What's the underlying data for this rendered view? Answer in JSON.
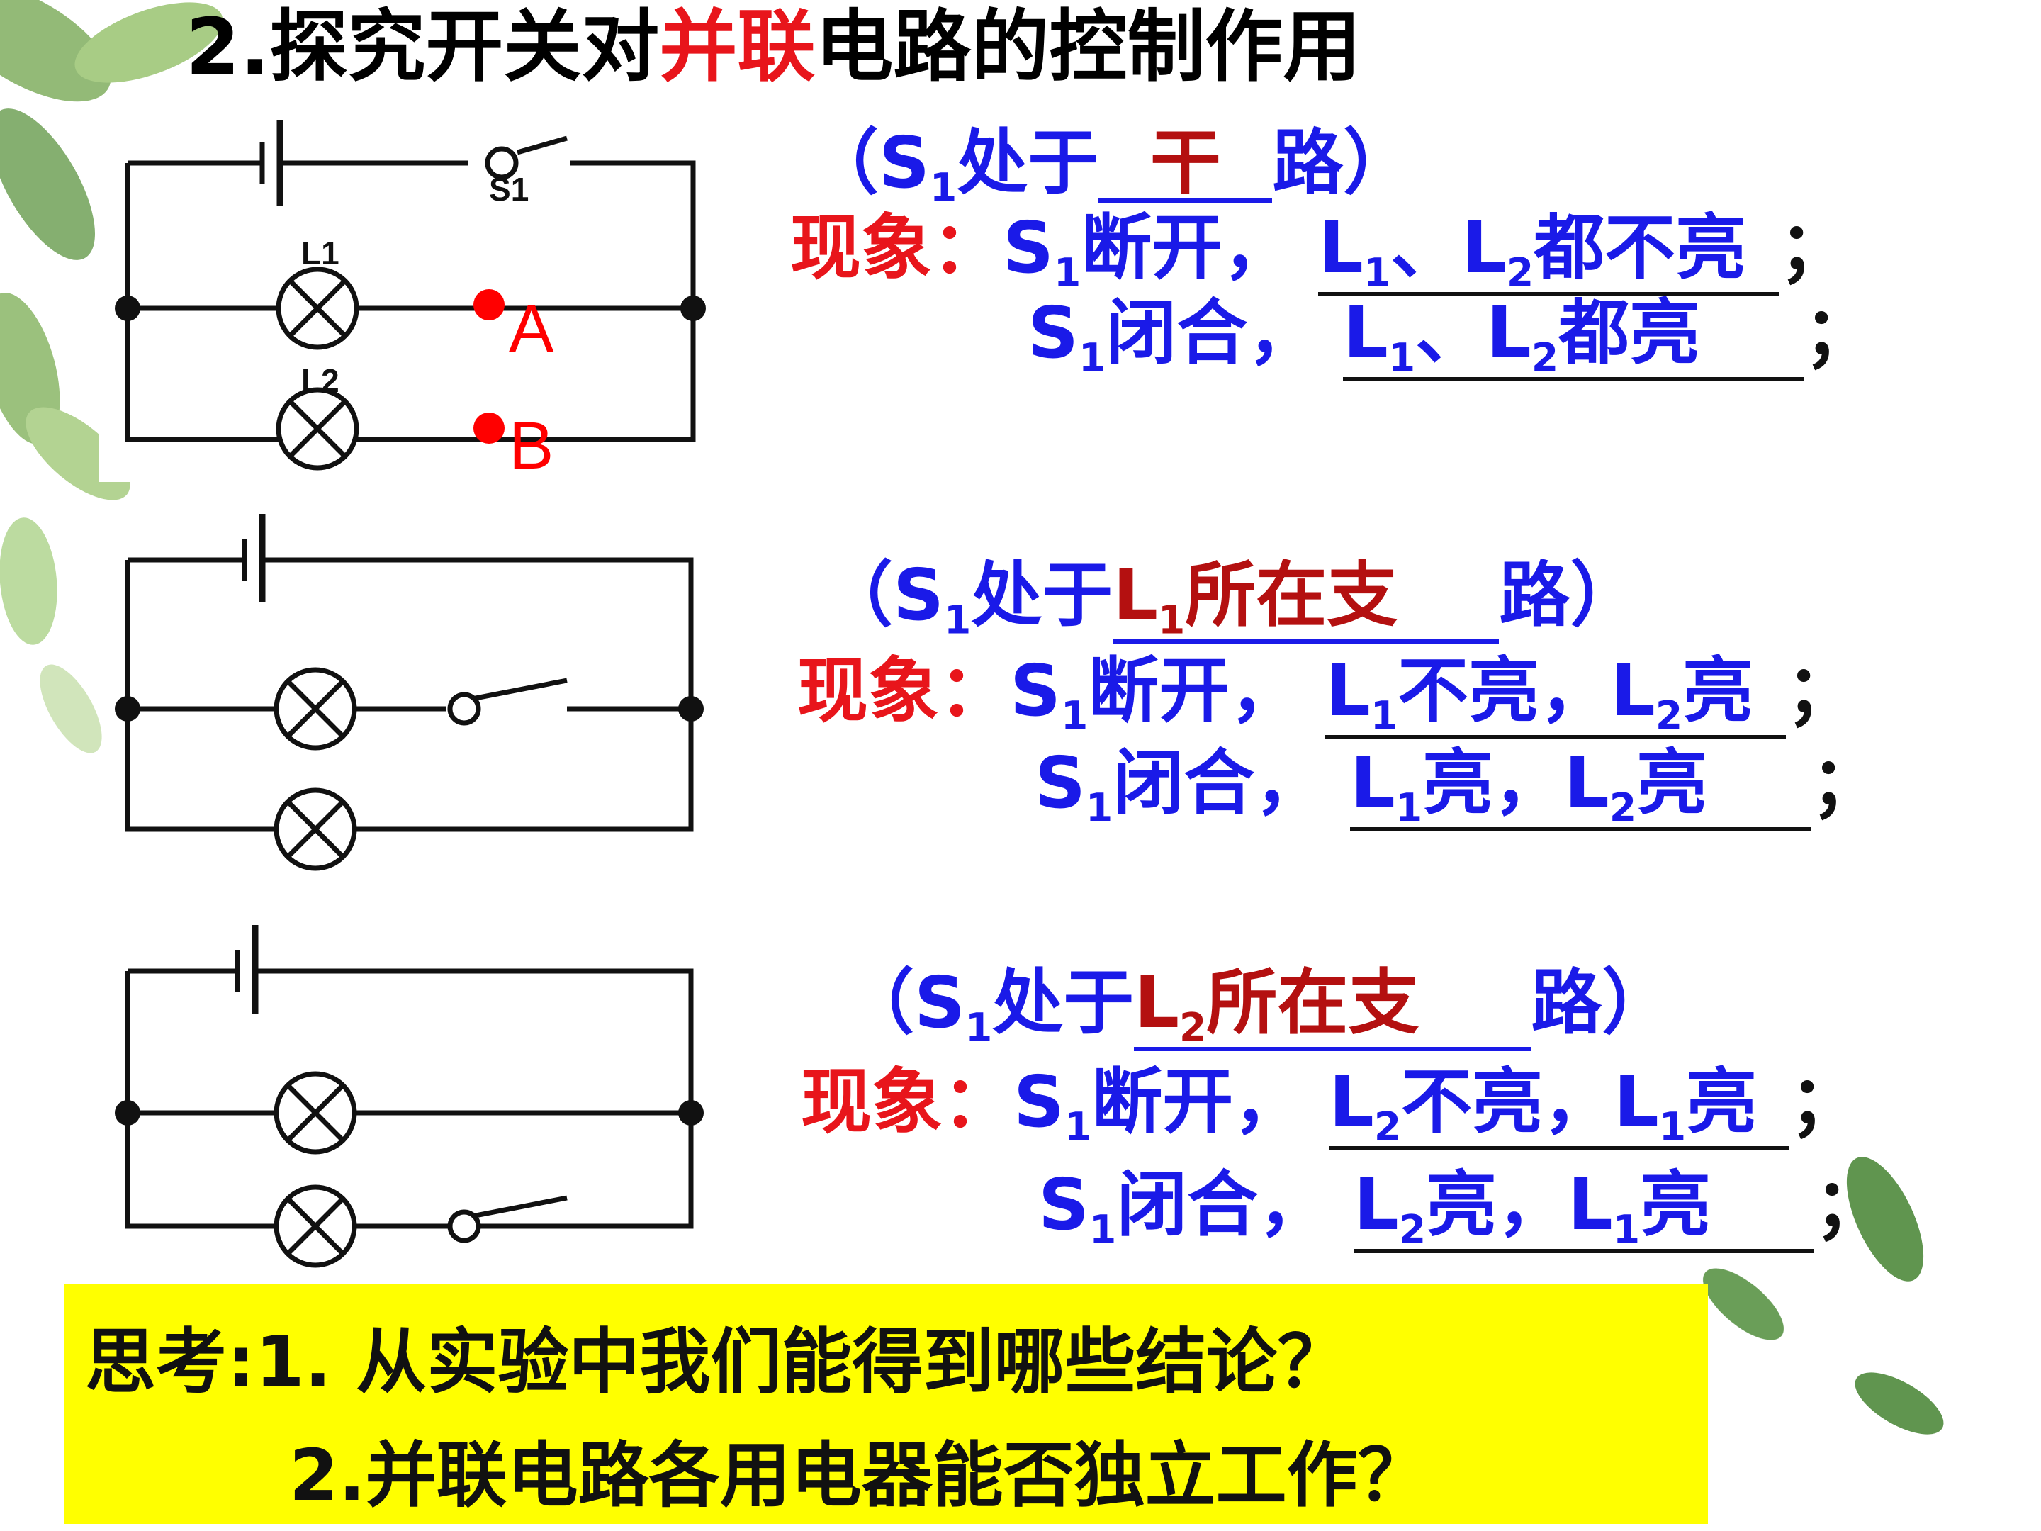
{
  "title": {
    "prefix": "2.探究开关对",
    "highlight": "并联",
    "suffix": "电路的控制作用"
  },
  "circuit_labels": {
    "s1": "S",
    "s1_sub": "1",
    "l1": "L",
    "l1_sub": "1",
    "l2": "L",
    "l2_sub": "2",
    "point_a": "A",
    "point_b": "B"
  },
  "sections": [
    {
      "position_prefix": "（S",
      "position_sub": "1",
      "position_mid": "处于",
      "position_answer": "干",
      "position_suffix": "路）",
      "phenomenon_label": "现象：",
      "open_text": "S",
      "open_sub": "1",
      "open_rest": "断开，",
      "open_result_a": "L",
      "open_result_a_sub": "1",
      "open_result_b": "、L",
      "open_result_b_sub": "2",
      "open_result_c": "都不亮",
      "close_text": "S",
      "close_sub": "1",
      "close_rest": "闭合，",
      "close_result_a": "L",
      "close_result_a_sub": "1",
      "close_result_b": "、L",
      "close_result_b_sub": "2",
      "close_result_c": "都亮",
      "semicolon": "；"
    },
    {
      "position_prefix": "（S",
      "position_sub": "1",
      "position_mid": "处于",
      "position_answer_a": "L",
      "position_answer_sub": "1",
      "position_answer_b": "所在支",
      "position_suffix": "路）",
      "phenomenon_label": "现象：",
      "open_text": "S",
      "open_sub": "1",
      "open_rest": "断开，",
      "open_result_a": "L",
      "open_result_a_sub": "1",
      "open_result_b": "不亮，L",
      "open_result_b_sub": "2",
      "open_result_c": "亮",
      "close_text": "S",
      "close_sub": "1",
      "close_rest": "闭合，",
      "close_result_a": "L",
      "close_result_a_sub": "1",
      "close_result_b": "亮，L",
      "close_result_b_sub": "2",
      "close_result_c": "亮",
      "semicolon": "；"
    },
    {
      "position_prefix": "（S",
      "position_sub": "1",
      "position_mid": "处于",
      "position_answer_a": "L",
      "position_answer_sub": "2",
      "position_answer_b": "所在支",
      "position_suffix": "路）",
      "phenomenon_label": "现象：",
      "open_text": "S",
      "open_sub": "1",
      "open_rest": "断开，",
      "open_result_a": "L",
      "open_result_a_sub": "2",
      "open_result_b": "不亮，L",
      "open_result_b_sub": "1",
      "open_result_c": "亮",
      "close_text": "S",
      "close_sub": "1",
      "close_rest": "闭合，",
      "close_result_a": "L",
      "close_result_a_sub": "2",
      "close_result_b": "亮，L",
      "close_result_b_sub": "1",
      "close_result_c": "亮",
      "semicolon": "；"
    }
  ],
  "thinking": {
    "label": "思考:",
    "q1": "1. 从实验中我们能得到哪些结论？",
    "q2": "2.并联电路各用电器能否独立工作？"
  },
  "colors": {
    "title_red": "#e8151b",
    "blue": "#1a1ae8",
    "answer_red": "#b41010",
    "highlight": "#ffff00"
  }
}
